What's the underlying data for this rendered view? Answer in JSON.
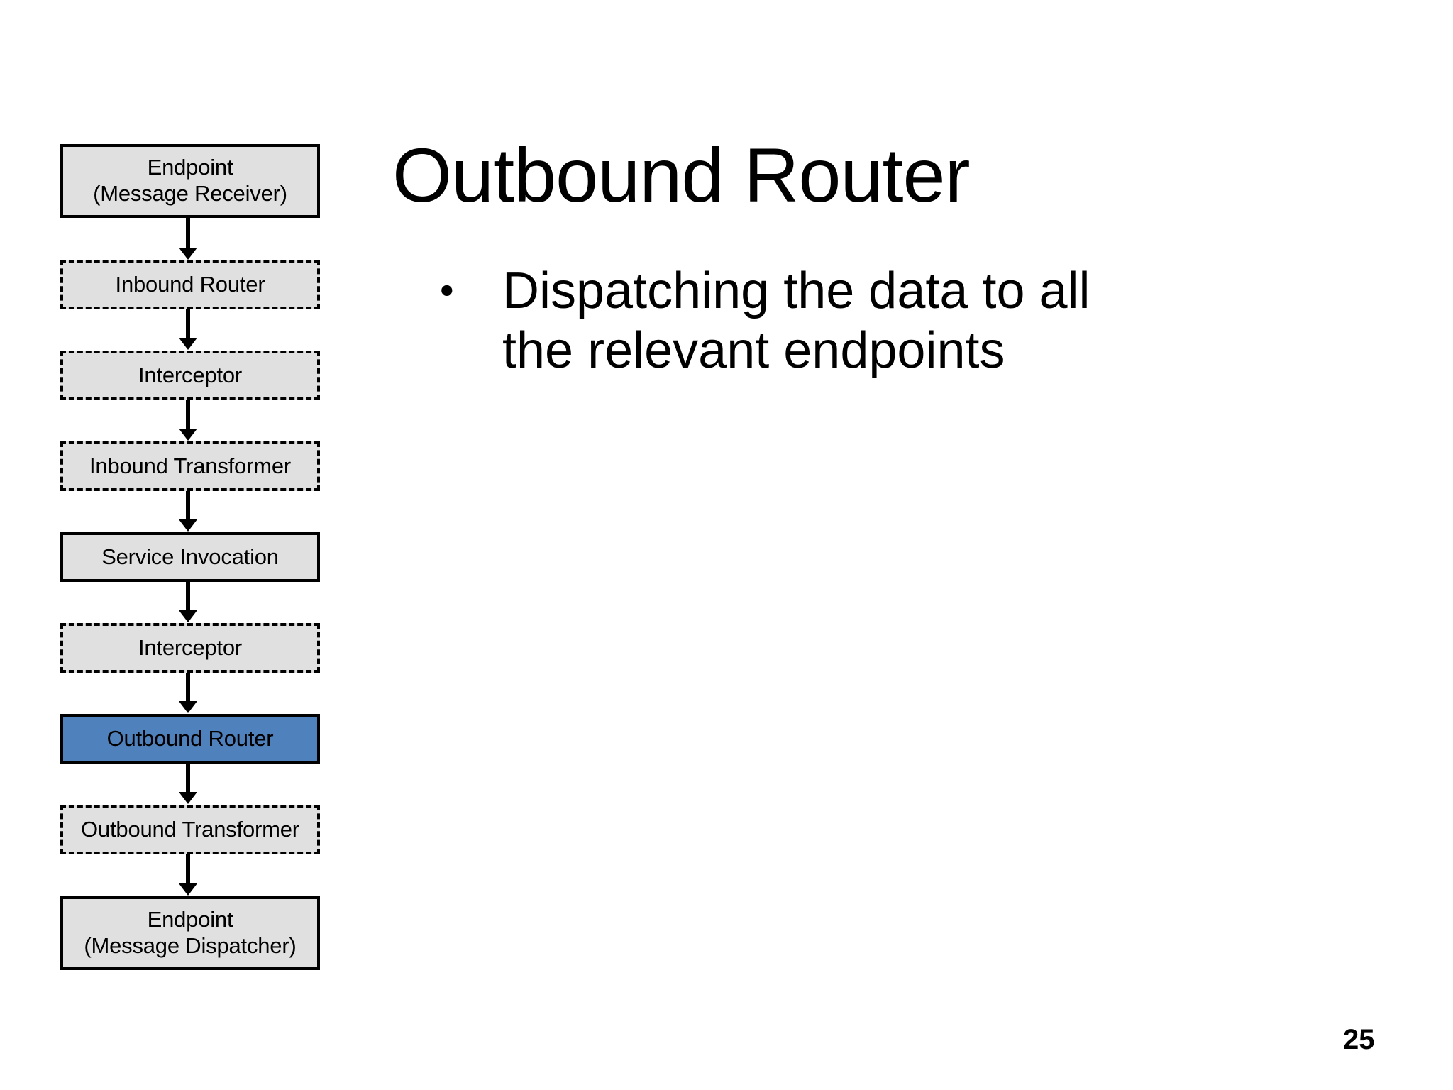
{
  "slide": {
    "title": "Outbound Router",
    "page_number": "25",
    "background_color": "#ffffff"
  },
  "body": {
    "bullets": [
      {
        "marker": "•",
        "text": "Dispatching the data to all the relevant endpoints"
      }
    ]
  },
  "flowchart": {
    "name": "message-pipeline",
    "fill_color": "#e0e0e0",
    "highlight_color": "#4f81bd",
    "border_color": "#000000",
    "nodes": [
      {
        "id": "endpoint-message-receiver",
        "lines": [
          "Endpoint",
          "(Message Receiver)"
        ],
        "border": "solid",
        "highlighted": false
      },
      {
        "id": "inbound-router",
        "lines": [
          "Inbound Router"
        ],
        "border": "dashed",
        "highlighted": false
      },
      {
        "id": "interceptor-inbound",
        "lines": [
          "Interceptor"
        ],
        "border": "dashed",
        "highlighted": false
      },
      {
        "id": "inbound-transformer",
        "lines": [
          "Inbound Transformer"
        ],
        "border": "dashed",
        "highlighted": false
      },
      {
        "id": "service-invocation",
        "lines": [
          "Service Invocation"
        ],
        "border": "solid",
        "highlighted": false
      },
      {
        "id": "interceptor-outbound",
        "lines": [
          "Interceptor"
        ],
        "border": "dashed",
        "highlighted": false
      },
      {
        "id": "outbound-router",
        "lines": [
          "Outbound Router"
        ],
        "border": "solid",
        "highlighted": true
      },
      {
        "id": "outbound-transformer",
        "lines": [
          "Outbound Transformer"
        ],
        "border": "dashed",
        "highlighted": false
      },
      {
        "id": "endpoint-message-dispatcher",
        "lines": [
          "Endpoint",
          "(Message Dispatcher)"
        ],
        "border": "solid",
        "highlighted": false
      }
    ]
  }
}
